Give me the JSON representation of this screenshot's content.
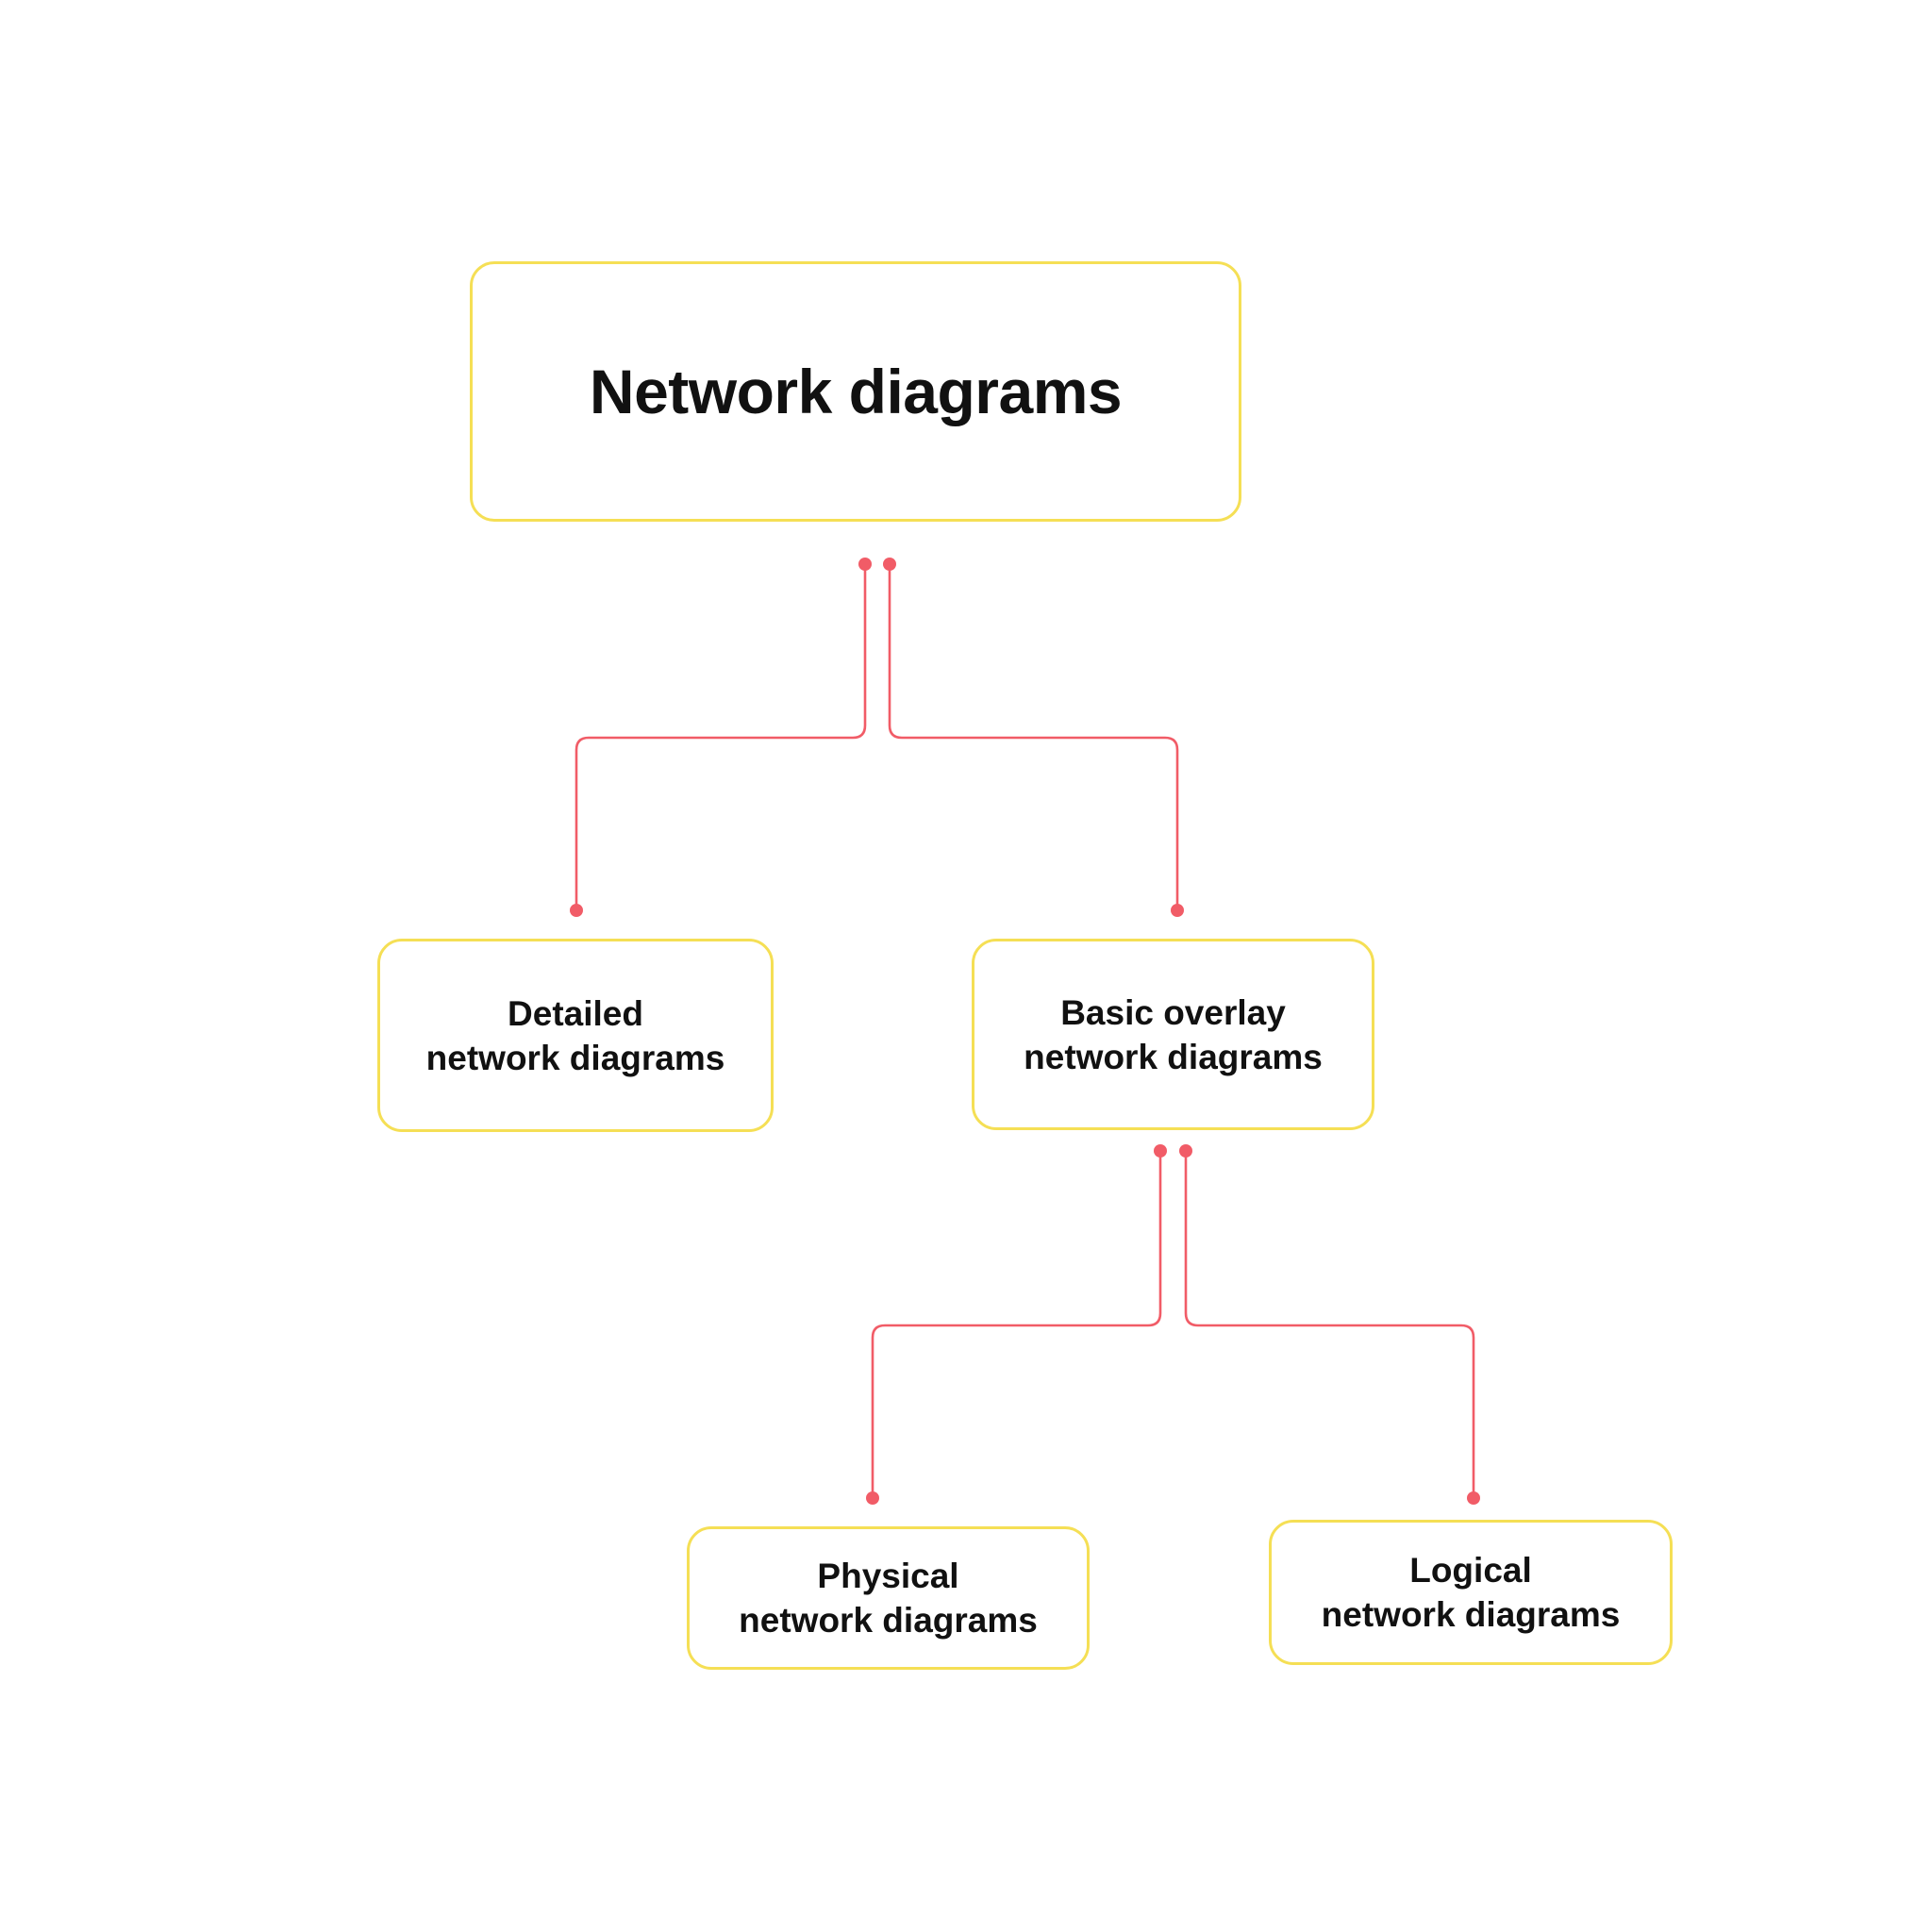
{
  "colors": {
    "canvas_background": "#FFFFFF",
    "box_border": "#F5DF55",
    "connector_line": "#F15C67",
    "node_text": "#111111"
  },
  "tree": {
    "root": {
      "label": "Network diagrams",
      "children": [
        {
          "line1": "Detailed",
          "line2": "network diagrams",
          "children": []
        },
        {
          "line1": "Basic overlay",
          "line2": "network diagrams",
          "children": [
            {
              "line1": "Physical",
              "line2": "network diagrams"
            },
            {
              "line1": "Logical",
              "line2": "network diagrams"
            }
          ]
        }
      ]
    }
  }
}
